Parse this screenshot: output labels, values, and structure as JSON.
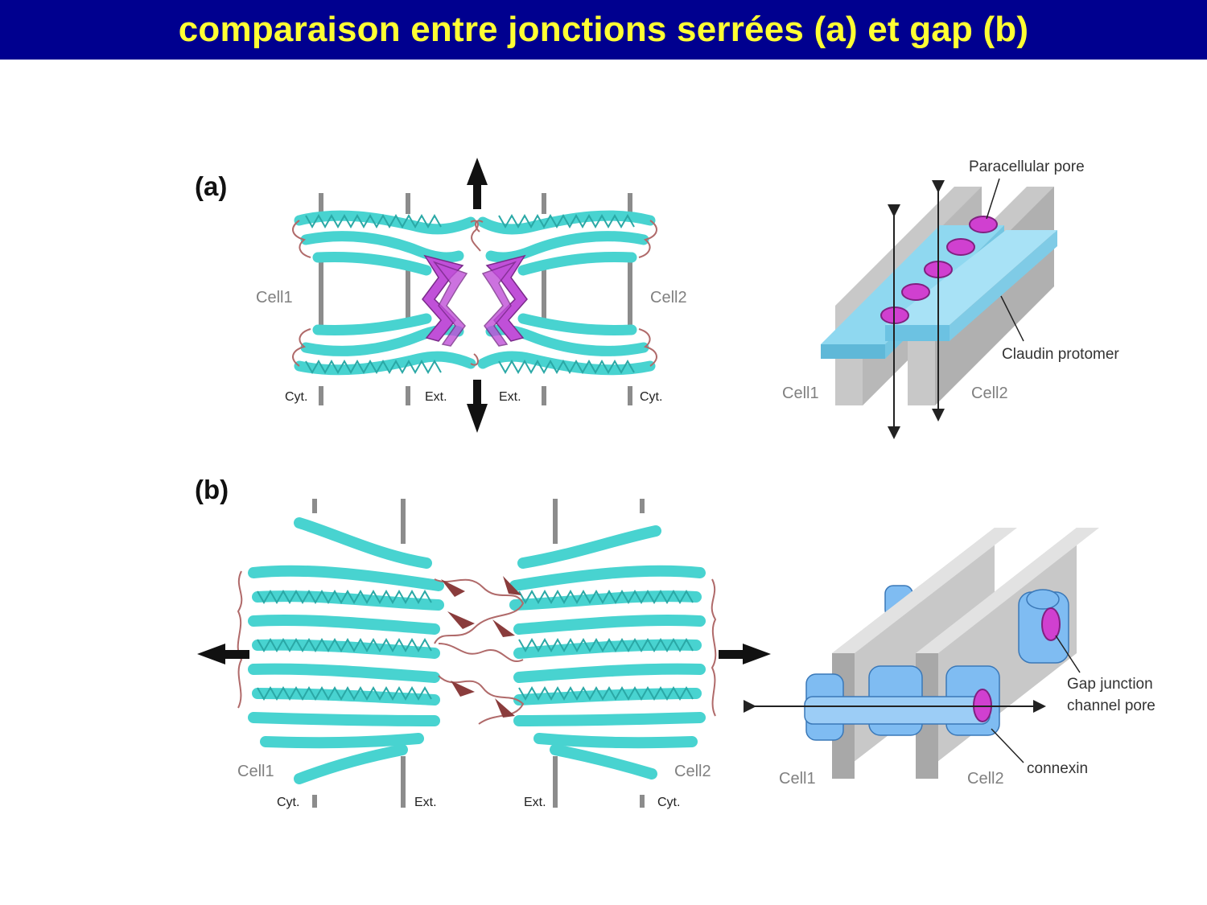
{
  "title": "comparaison entre jonctions serrées (a) et gap (b)",
  "colors": {
    "title_bg": "#00008f",
    "title_text": "#ffff33",
    "helix": "#48d3d0",
    "loop": "#b06a6a",
    "beta_a": "#c050d8",
    "beta_b": "#8a3c3c",
    "membrane_bar": "#8c8c8c",
    "slab": "#c8c8c8",
    "claudin": "#8fd8f0",
    "connexin": "#7fbcf2",
    "pore": "#d040d0"
  },
  "panel_a": {
    "letter": "(a)",
    "structure": {
      "cell_left": "Cell1",
      "cell_right": "Cell2",
      "cyt_left": "Cyt.",
      "ext_left": "Ext.",
      "ext_right": "Ext.",
      "cyt_right": "Cyt."
    },
    "schematic": {
      "pore_label": "Paracellular pore",
      "protomer_label": "Claudin protomer",
      "cell_left": "Cell1",
      "cell_right": "Cell2"
    }
  },
  "panel_b": {
    "letter": "(b)",
    "structure": {
      "cell_left": "Cell1",
      "cell_right": "Cell2",
      "cyt_left": "Cyt.",
      "ext_left": "Ext.",
      "ext_right": "Ext.",
      "cyt_right": "Cyt."
    },
    "schematic": {
      "pore_label_line1": "Gap junction",
      "pore_label_line2": "channel pore",
      "connexin_label": "connexin",
      "cell_left": "Cell1",
      "cell_right": "Cell2"
    }
  }
}
